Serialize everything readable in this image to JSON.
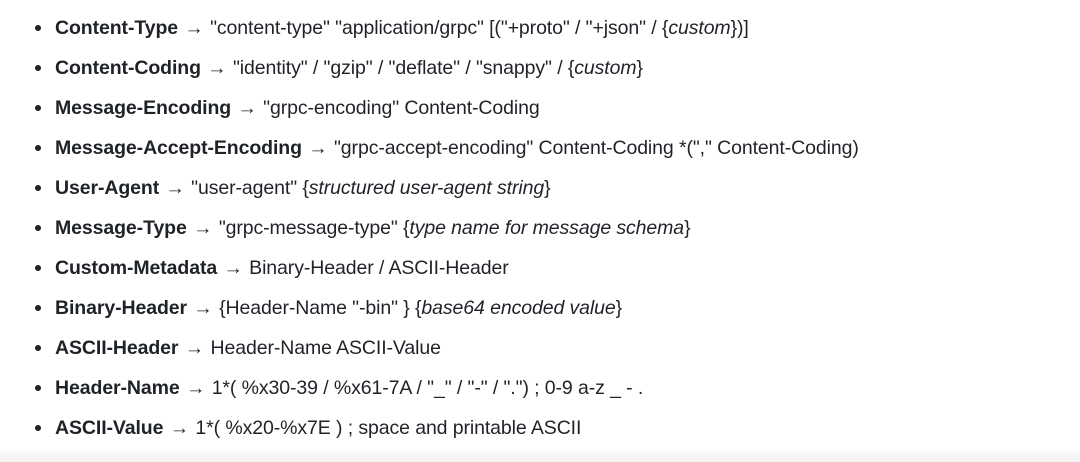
{
  "document": {
    "type": "grammar-definition-list",
    "background_color": "#ffffff",
    "text_color": "#1f2328",
    "bullet_glyph": "•",
    "arrow_glyph": "→"
  },
  "list": {
    "items": [
      {
        "term": "Content-Type",
        "arrow": "→",
        "definition_plain": "\"content-type\" \"application/grpc\" [(\"+proto\" / \"+json\" / {custom})]",
        "parts": [
          {
            "text": "\"content-type\" \"application/grpc\" [(\"+proto\" / \"+json\" / {",
            "italic": false
          },
          {
            "text": "custom",
            "italic": true
          },
          {
            "text": "})]",
            "italic": false
          }
        ]
      },
      {
        "term": "Content-Coding",
        "arrow": "→",
        "definition_plain": "\"identity\" / \"gzip\" / \"deflate\" / \"snappy\" / {custom}",
        "parts": [
          {
            "text": "\"identity\" / \"gzip\" / \"deflate\" / \"snappy\" / {",
            "italic": false
          },
          {
            "text": "custom",
            "italic": true
          },
          {
            "text": "}",
            "italic": false
          }
        ]
      },
      {
        "term": "Message-Encoding",
        "arrow": "→",
        "definition_plain": "\"grpc-encoding\" Content-Coding",
        "parts": [
          {
            "text": "\"grpc-encoding\" Content-Coding",
            "italic": false
          }
        ]
      },
      {
        "term": "Message-Accept-Encoding",
        "arrow": "→",
        "definition_plain": "\"grpc-accept-encoding\" Content-Coding *(\",\" Content-Coding)",
        "parts": [
          {
            "text": "\"grpc-accept-encoding\" Content-Coding *(\",\" Content-Coding)",
            "italic": false
          }
        ]
      },
      {
        "term": "User-Agent",
        "arrow": "→",
        "definition_plain": "\"user-agent\" {structured user-agent string}",
        "parts": [
          {
            "text": "\"user-agent\" {",
            "italic": false
          },
          {
            "text": "structured user-agent string",
            "italic": true
          },
          {
            "text": "}",
            "italic": false
          }
        ]
      },
      {
        "term": "Message-Type",
        "arrow": "→",
        "definition_plain": "\"grpc-message-type\" {type name for message schema}",
        "parts": [
          {
            "text": "\"grpc-message-type\" {",
            "italic": false
          },
          {
            "text": "type name for message schema",
            "italic": true
          },
          {
            "text": "}",
            "italic": false
          }
        ]
      },
      {
        "term": "Custom-Metadata",
        "arrow": "→",
        "definition_plain": "Binary-Header / ASCII-Header",
        "parts": [
          {
            "text": "Binary-Header / ASCII-Header",
            "italic": false
          }
        ]
      },
      {
        "term": "Binary-Header",
        "arrow": "→",
        "definition_plain": "{Header-Name \"-bin\" } {base64 encoded value}",
        "parts": [
          {
            "text": "{Header-Name \"-bin\" } {",
            "italic": false
          },
          {
            "text": "base64 encoded value",
            "italic": true
          },
          {
            "text": "}",
            "italic": false
          }
        ]
      },
      {
        "term": "ASCII-Header",
        "arrow": "→",
        "definition_plain": "Header-Name ASCII-Value",
        "parts": [
          {
            "text": "Header-Name ASCII-Value",
            "italic": false
          }
        ]
      },
      {
        "term": "Header-Name",
        "arrow": "→",
        "definition_plain": "1*( %x30-39 / %x61-7A / \"_\" / \"-\" / \".\") ; 0-9 a-z _ - .",
        "parts": [
          {
            "text": "1*( %x30-39 / %x61-7A / \"_\" / \"-\" / \".\") ; 0-9 a-z _ - .",
            "italic": false
          }
        ]
      },
      {
        "term": "ASCII-Value",
        "arrow": "→",
        "definition_plain": "1*( %x20-%x7E ) ; space and printable ASCII",
        "parts": [
          {
            "text": "1*( %x20-%x7E ) ; space and printable ASCII",
            "italic": false
          }
        ]
      }
    ]
  }
}
